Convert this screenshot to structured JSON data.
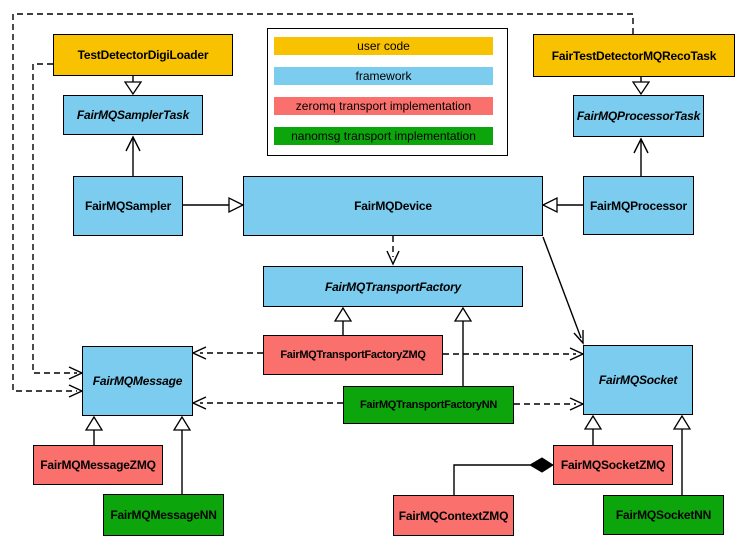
{
  "diagram": {
    "legend": {
      "items": [
        {
          "label": "user code",
          "color": "#F9C201"
        },
        {
          "label": "framework",
          "color": "#7CCCEF"
        },
        {
          "label": "zeromq transport implementation",
          "color": "#F9706C"
        },
        {
          "label": "nanomsg transport implementation",
          "color": "#0CA60C"
        }
      ]
    },
    "nodes": {
      "digi_loader": {
        "label": "TestDetectorDigiLoader",
        "category": "user code",
        "abstract": false
      },
      "reco_task": {
        "label": "FairTestDetectorMQRecoTask",
        "category": "user code",
        "abstract": false
      },
      "sampler_task": {
        "label": "FairMQSamplerTask",
        "category": "framework",
        "abstract": true
      },
      "processor_task": {
        "label": "FairMQProcessorTask",
        "category": "framework",
        "abstract": true
      },
      "sampler": {
        "label": "FairMQSampler",
        "category": "framework",
        "abstract": false
      },
      "device": {
        "label": "FairMQDevice",
        "category": "framework",
        "abstract": false
      },
      "processor": {
        "label": "FairMQProcessor",
        "category": "framework",
        "abstract": false
      },
      "transport_factory": {
        "label": "FairMQTransportFactory",
        "category": "framework",
        "abstract": true
      },
      "transport_factory_zmq": {
        "label": "FairMQTransportFactoryZMQ",
        "category": "zeromq",
        "abstract": false
      },
      "transport_factory_nn": {
        "label": "FairMQTransportFactoryNN",
        "category": "nanomsg",
        "abstract": false
      },
      "message": {
        "label": "FairMQMessage",
        "category": "framework",
        "abstract": true
      },
      "socket": {
        "label": "FairMQSocket",
        "category": "framework",
        "abstract": true
      },
      "message_zmq": {
        "label": "FairMQMessageZMQ",
        "category": "zeromq",
        "abstract": false
      },
      "message_nn": {
        "label": "FairMQMessageNN",
        "category": "nanomsg",
        "abstract": false
      },
      "context_zmq": {
        "label": "FairMQContextZMQ",
        "category": "zeromq",
        "abstract": false
      },
      "socket_zmq": {
        "label": "FairMQSocketZMQ",
        "category": "zeromq",
        "abstract": false
      },
      "socket_nn": {
        "label": "FairMQSocketNN",
        "category": "nanomsg",
        "abstract": false
      }
    },
    "edges": [
      {
        "from": "TestDetectorDigiLoader",
        "to": "FairMQSamplerTask",
        "kind": "generalization"
      },
      {
        "from": "FairTestDetectorMQRecoTask",
        "to": "FairMQProcessorTask",
        "kind": "generalization"
      },
      {
        "from": "FairMQSampler",
        "to": "FairMQSamplerTask",
        "kind": "association"
      },
      {
        "from": "FairMQProcessor",
        "to": "FairMQProcessorTask",
        "kind": "association"
      },
      {
        "from": "FairMQSampler",
        "to": "FairMQDevice",
        "kind": "generalization"
      },
      {
        "from": "FairMQProcessor",
        "to": "FairMQDevice",
        "kind": "generalization"
      },
      {
        "from": "FairMQDevice",
        "to": "FairMQTransportFactory",
        "kind": "dependency"
      },
      {
        "from": "FairMQDevice",
        "to": "FairMQSocket",
        "kind": "association"
      },
      {
        "from": "FairMQTransportFactoryZMQ",
        "to": "FairMQTransportFactory",
        "kind": "generalization"
      },
      {
        "from": "FairMQTransportFactoryNN",
        "to": "FairMQTransportFactory",
        "kind": "generalization"
      },
      {
        "from": "FairMQTransportFactoryZMQ",
        "to": "FairMQMessage",
        "kind": "dependency"
      },
      {
        "from": "FairMQTransportFactoryZMQ",
        "to": "FairMQSocket",
        "kind": "dependency"
      },
      {
        "from": "FairMQTransportFactoryNN",
        "to": "FairMQMessage",
        "kind": "dependency"
      },
      {
        "from": "FairMQTransportFactoryNN",
        "to": "FairMQSocket",
        "kind": "dependency"
      },
      {
        "from": "TestDetectorDigiLoader",
        "to": "FairMQMessage",
        "kind": "dependency"
      },
      {
        "from": "FairTestDetectorMQRecoTask",
        "to": "FairMQMessage",
        "kind": "dependency"
      },
      {
        "from": "FairMQMessageZMQ",
        "to": "FairMQMessage",
        "kind": "generalization"
      },
      {
        "from": "FairMQMessageNN",
        "to": "FairMQMessage",
        "kind": "generalization"
      },
      {
        "from": "FairMQSocketZMQ",
        "to": "FairMQSocket",
        "kind": "generalization"
      },
      {
        "from": "FairMQSocketNN",
        "to": "FairMQSocket",
        "kind": "generalization"
      },
      {
        "from": "FairMQContextZMQ",
        "to": "FairMQSocketZMQ",
        "kind": "composition"
      }
    ]
  }
}
